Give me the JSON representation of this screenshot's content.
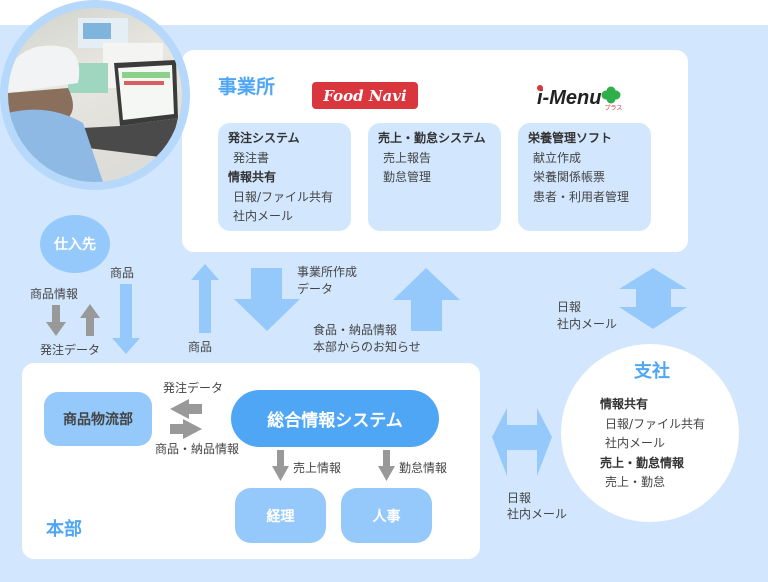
{
  "colors": {
    "background": "#d2e7fe",
    "panel": "#ffffff",
    "accent_blue": "#4fa6f5",
    "node_light": "#95c9fb",
    "arrow_blue": "#95c9fb",
    "arrow_gray": "#999999",
    "foodnavi_red": "#d9363e"
  },
  "office": {
    "title": "事業所",
    "logos": {
      "foodnavi": "Food Navi",
      "imenu": "i-Menu",
      "imenu_sub": "プラス"
    },
    "boxes": [
      {
        "items": [
          {
            "text": "発注システム",
            "heading": true
          },
          {
            "text": "発注書",
            "heading": false
          },
          {
            "text": "情報共有",
            "heading": true
          },
          {
            "text": "日報/ファイル共有",
            "heading": false
          },
          {
            "text": "社内メール",
            "heading": false
          }
        ]
      },
      {
        "items": [
          {
            "text": "売上・勤怠システム",
            "heading": true
          },
          {
            "text": "売上報告",
            "heading": false
          },
          {
            "text": "勤怠管理",
            "heading": false
          }
        ]
      },
      {
        "items": [
          {
            "text": "栄養管理ソフト",
            "heading": true
          },
          {
            "text": "献立作成",
            "heading": false
          },
          {
            "text": "栄養関係帳票",
            "heading": false
          },
          {
            "text": "患者・利用者管理",
            "heading": false
          }
        ]
      }
    ]
  },
  "supplier": {
    "label": "仕入先"
  },
  "flows": {
    "supplier_info": "商品情報",
    "order_data_supplier": "発注データ",
    "goods_down": "商品",
    "goods_up": "商品",
    "office_data_line1": "事業所作成",
    "office_data_line2": "データ",
    "hq_info_line1": "食品・納品情報",
    "hq_info_line2": "本部からのお知らせ",
    "branch_office_line1": "日報",
    "branch_office_line2": "社内メール",
    "hq_branch_line1": "日報",
    "hq_branch_line2": "社内メール",
    "order_data_logistics": "発注データ",
    "goods_delivery_info": "商品・納品情報",
    "sales_info": "売上情報",
    "attendance_info": "勤怠情報"
  },
  "hq": {
    "title": "本部",
    "logistics": "商品物流部",
    "system": "総合情報システム",
    "accounting": "経理",
    "hr": "人事"
  },
  "branch": {
    "title": "支社",
    "items": [
      {
        "text": "情報共有",
        "heading": true
      },
      {
        "text": "日報/ファイル共有",
        "heading": false
      },
      {
        "text": "社内メール",
        "heading": false
      },
      {
        "text": "売上・勤怠情報",
        "heading": true
      },
      {
        "text": "売上・勤怠",
        "heading": false
      }
    ]
  },
  "photo": {
    "alt": "事業所でノートPCを操作するスタッフ"
  }
}
